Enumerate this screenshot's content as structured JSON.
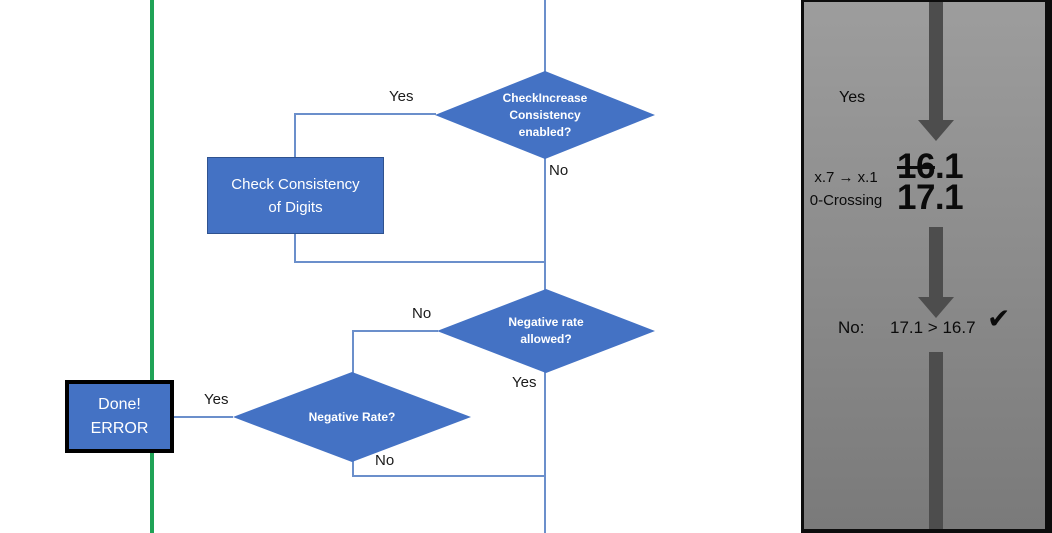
{
  "colors": {
    "shape_blue": "#4472C4",
    "shape_border": "#2F528F",
    "connector_blue": "#6B8FCB",
    "green_line": "#1FA356",
    "panel_gray_top": "#9D9D9D",
    "panel_gray_bottom": "#7A7A7A",
    "panel_border": "#0D0D0D",
    "arrow_gray": "#4D4D4D",
    "label_text": "#1A1A1A",
    "shape_text": "#FFFFFF"
  },
  "flowchart": {
    "labels": {
      "yes_top": "Yes",
      "no_top": "No",
      "no_mid": "No",
      "yes_mid": "Yes",
      "yes_done": "Yes",
      "no_bottom": "No"
    },
    "check_increase_diamond": {
      "line1": "CheckIncrease",
      "line2": "Consistency",
      "line3": "enabled?"
    },
    "check_consistency_box": {
      "line1": "Check Consistency",
      "line2": "of Digits"
    },
    "negative_rate_allowed_diamond": {
      "line1": "Negative rate",
      "line2": "allowed?"
    },
    "negative_rate_diamond": {
      "label": "Negative Rate?"
    },
    "done_error_box": {
      "line1": "Done!",
      "line2": "ERROR"
    }
  },
  "side_panel": {
    "yes_label": "Yes",
    "rule_line1": "x.7 → x.1",
    "rule_line2": "0-Crossing",
    "old_value_struck": "16",
    "old_value_rest": ".1",
    "new_value": "17.1",
    "result_prefix": "No:",
    "result_comparison": "17.1 > 16.7",
    "check_icon": "✔"
  }
}
